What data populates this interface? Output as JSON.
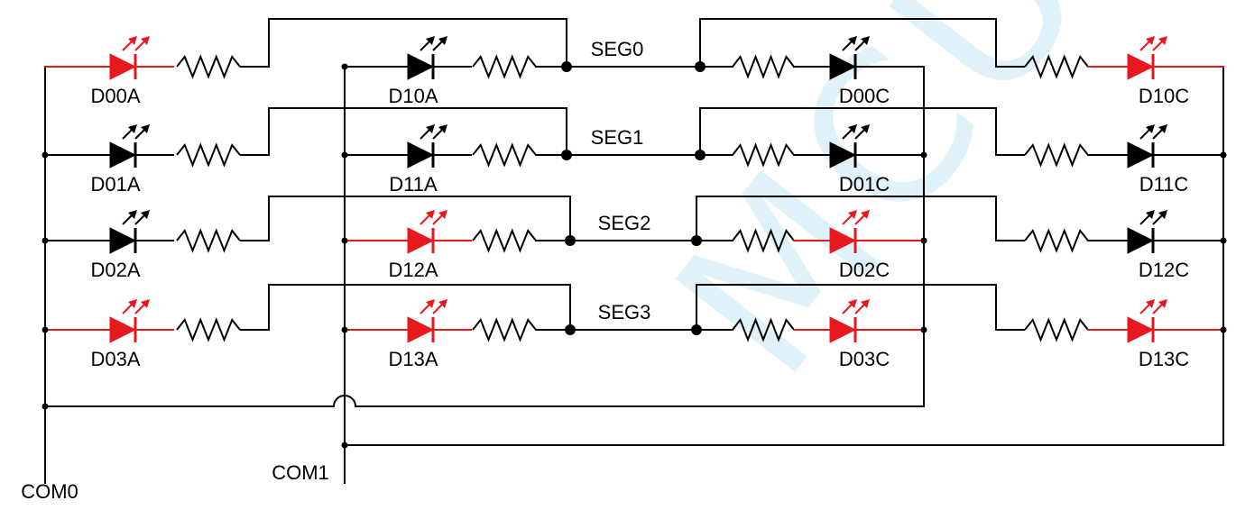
{
  "watermark": "MCU",
  "colors": {
    "lit": "#e8191e",
    "unlit": "#000000",
    "wire": "#000000"
  },
  "commons": [
    {
      "id": "com0",
      "label": "COM0"
    },
    {
      "id": "com1",
      "label": "COM1"
    }
  ],
  "segments": [
    {
      "id": "seg0",
      "label": "SEG0"
    },
    {
      "id": "seg1",
      "label": "SEG1"
    },
    {
      "id": "seg2",
      "label": "SEG2"
    },
    {
      "id": "seg3",
      "label": "SEG3"
    }
  ],
  "leds": [
    {
      "id": "d00a",
      "label": "D00A",
      "lit": true
    },
    {
      "id": "d01a",
      "label": "D01A",
      "lit": false
    },
    {
      "id": "d02a",
      "label": "D02A",
      "lit": false
    },
    {
      "id": "d03a",
      "label": "D03A",
      "lit": true
    },
    {
      "id": "d10a",
      "label": "D10A",
      "lit": false
    },
    {
      "id": "d11a",
      "label": "D11A",
      "lit": false
    },
    {
      "id": "d12a",
      "label": "D12A",
      "lit": true
    },
    {
      "id": "d13a",
      "label": "D13A",
      "lit": true
    },
    {
      "id": "d00c",
      "label": "D00C",
      "lit": false
    },
    {
      "id": "d01c",
      "label": "D01C",
      "lit": false
    },
    {
      "id": "d02c",
      "label": "D02C",
      "lit": true
    },
    {
      "id": "d03c",
      "label": "D03C",
      "lit": true
    },
    {
      "id": "d10c",
      "label": "D10C",
      "lit": true
    },
    {
      "id": "d11c",
      "label": "D11C",
      "lit": false
    },
    {
      "id": "d12c",
      "label": "D12C",
      "lit": false
    },
    {
      "id": "d13c",
      "label": "D13C",
      "lit": true
    }
  ]
}
